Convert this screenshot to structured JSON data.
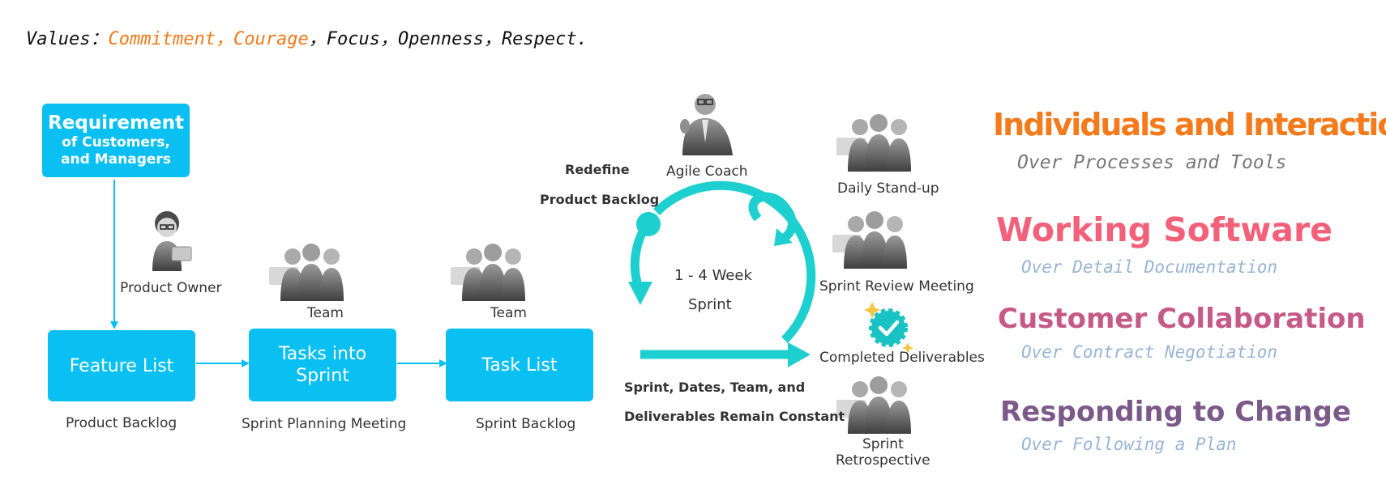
{
  "values": {
    "label": "Values",
    "colon": "：",
    "highlighted": [
      "Commitment",
      "Courage"
    ],
    "rest": [
      "Focus",
      "Openness",
      "Respect"
    ],
    "separator": "，",
    "end": ".",
    "highlight_color": "#f57a1b"
  },
  "requirement": {
    "line1": "Requirement",
    "line2": "of Customers,",
    "line3": "and Managers"
  },
  "roles": {
    "product_owner": "Product Owner",
    "team_1": "Team",
    "team_2": "Team",
    "agile_coach": "Agile Coach"
  },
  "boxes": {
    "feature_list": "Feature List",
    "tasks_into_sprint_1": "Tasks into",
    "tasks_into_sprint_2": "Sprint",
    "task_list": "Task List"
  },
  "box_captions": {
    "product_backlog": "Product Backlog",
    "sprint_planning": "Sprint Planning Meeting",
    "sprint_backlog": "Sprint Backlog"
  },
  "cycle": {
    "redefine_1": "Redefine",
    "redefine_2": "Product Backlog",
    "center_1": "1 - 4 Week",
    "center_2": "Sprint",
    "constant_1": "Sprint, Dates, Team, and",
    "constant_2": "Deliverables Remain Constant",
    "color": "#1ecfcf"
  },
  "events": {
    "daily": "Daily Stand-up",
    "review": "Sprint Review Meeting",
    "deliverables": "Completed Deliverables",
    "retro_1": "Sprint",
    "retro_2": "Retrospective"
  },
  "manifesto": [
    {
      "title": "Individuals and Interactions",
      "sub": "Over Processes and Tools",
      "title_color": "#f57a1b",
      "sub_color": "#777777"
    },
    {
      "title": "Working Software",
      "sub": "Over Detail Documentation",
      "title_color": "#f2607a",
      "sub_color": "#98b4d6"
    },
    {
      "title": "Customer Collaboration",
      "sub": "Over Contract Negotiation",
      "title_color": "#c65a86",
      "sub_color": "#98b4d6"
    },
    {
      "title": "Responding to Change",
      "sub": "Over Following a Plan",
      "title_color": "#7b5a8a",
      "sub_color": "#98b4d6"
    }
  ],
  "colors": {
    "box_blue": "#0ac0f2",
    "arrow_teal": "#1ecfcf",
    "badge_teal": "#19c3c3"
  }
}
